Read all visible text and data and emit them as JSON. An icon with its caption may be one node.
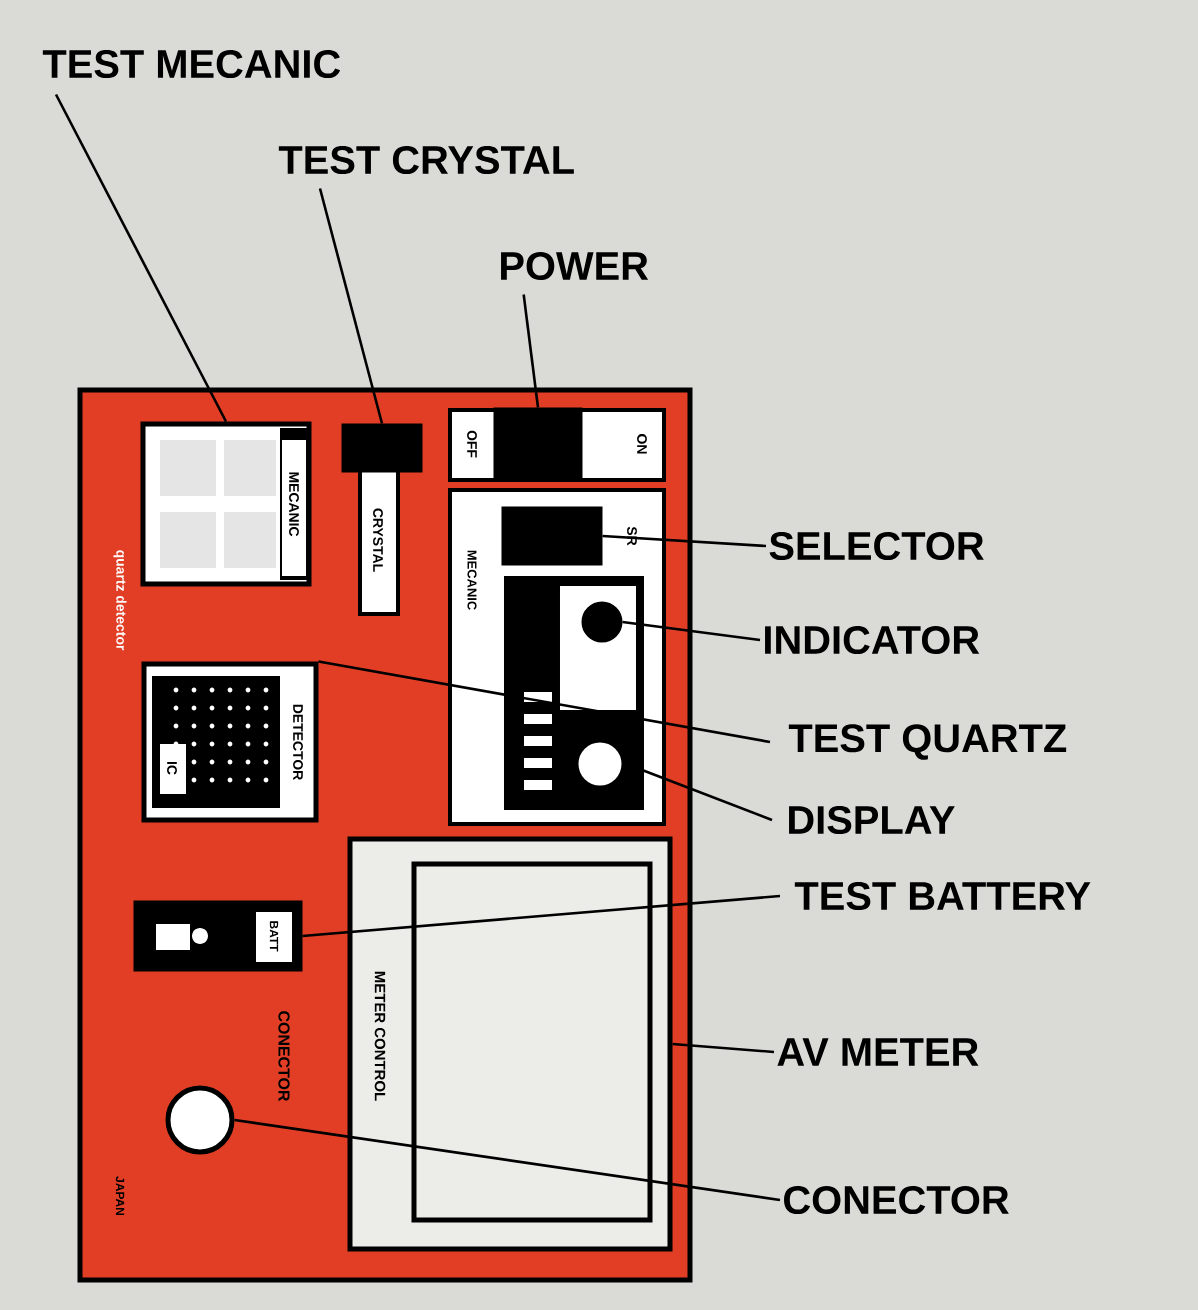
{
  "diagram": {
    "nodes": [
      {
        "text": [
          "TEST MECANIC"
        ]
      },
      {
        "text": [
          "TEST CRYSTAL"
        ]
      },
      {
        "text": [
          "POWER"
        ]
      },
      {
        "text": [
          "SELECTOR"
        ]
      },
      {
        "text": [
          "INDICATOR"
        ]
      },
      {
        "text": [
          "TEST QUARTZ"
        ]
      },
      {
        "text": [
          "DISPLAY"
        ]
      },
      {
        "text": [
          "TEST BATTERY"
        ]
      },
      {
        "text": [
          "AV METER"
        ]
      },
      {
        "text": [
          "CONECTOR"
        ]
      },
      {
        "text": [],
        "shape": "box"
      },
      {
        "text": [],
        "shape": "box"
      },
      {
        "text": [],
        "shape": "box"
      },
      {
        "text": [],
        "shape": "box"
      },
      {
        "text": [],
        "shape": "circle"
      },
      {
        "text": [],
        "shape": "box"
      },
      {
        "text": [],
        "shape": "circle"
      },
      {
        "text": [],
        "shape": "box"
      },
      {
        "text": [],
        "shape": "box"
      },
      {
        "text": [],
        "shape": "circle",
        "beside": [
          "CONECTOR"
        ]
      }
    ],
    "edges": [
      {
        "from": 0,
        "to": 10,
        "arrow": "none"
      },
      {
        "from": 1,
        "to": 11,
        "arrow": "none"
      },
      {
        "from": 2,
        "to": 12,
        "arrow": "none"
      },
      {
        "from": 3,
        "to": 13,
        "arrow": "none"
      },
      {
        "from": 4,
        "to": 14,
        "arrow": "none"
      },
      {
        "from": 5,
        "to": 15,
        "arrow": "none"
      },
      {
        "from": 6,
        "to": 16,
        "arrow": "none"
      },
      {
        "from": 7,
        "to": 17,
        "arrow": "none"
      },
      {
        "from": 8,
        "to": 18,
        "arrow": "none"
      },
      {
        "from": 9,
        "to": 19,
        "arrow": "none"
      }
    ],
    "labels": [
      "quartz detector",
      "MECANIC",
      "CRYSTAL",
      "OFF",
      "ON",
      "MECANIC",
      "SR",
      "DETECTOR",
      "IC",
      "BATT",
      "METER CONTROL",
      "JAPAN"
    ]
  }
}
